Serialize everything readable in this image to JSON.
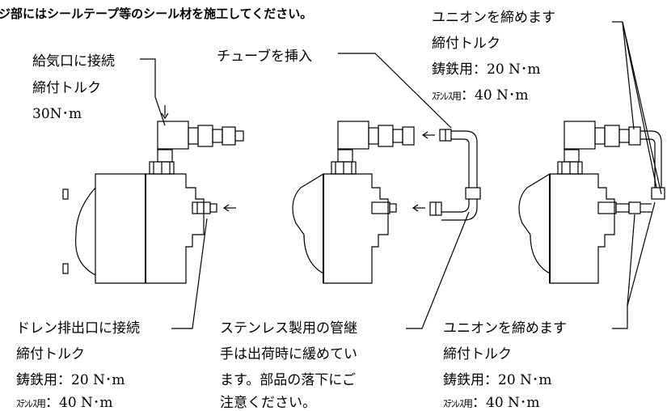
{
  "header_note": "ジ部にはシールテープ等のシール材を施工してください。",
  "step1": {
    "label1": "給気口に接続",
    "label2": "締付トルク",
    "label3": "30N･m"
  },
  "step1_drain": {
    "label1": "ドレン排出口に接続",
    "label2": "締付トルク",
    "label3": "鋳鉄用：20 N･m",
    "label4_prefix": "ｽﾃﾝﾚｽ用",
    "label4_value": "：40 N･m"
  },
  "step2": {
    "label1": "チューブを挿入",
    "note1": "ステンレス製用の管継",
    "note2": "手は出荷時に緩めてい",
    "note3": "ます。部品の落下にご",
    "note4": "注意ください。"
  },
  "step3_top": {
    "label1": "ユニオンを締めます",
    "label2": "締付トルク",
    "label3": "鋳鉄用：20 N･m",
    "label4_prefix": "ｽﾃﾝﾚｽ用",
    "label4_value": "：40 N･m"
  },
  "step3_bottom": {
    "label1": "ユニオンを締めます",
    "label2": "締付トルク",
    "label3": "鋳鉄用：20 N･m",
    "label4_prefix": "ｽﾃﾝﾚｽ用",
    "label4_value": "：40 N･m"
  }
}
